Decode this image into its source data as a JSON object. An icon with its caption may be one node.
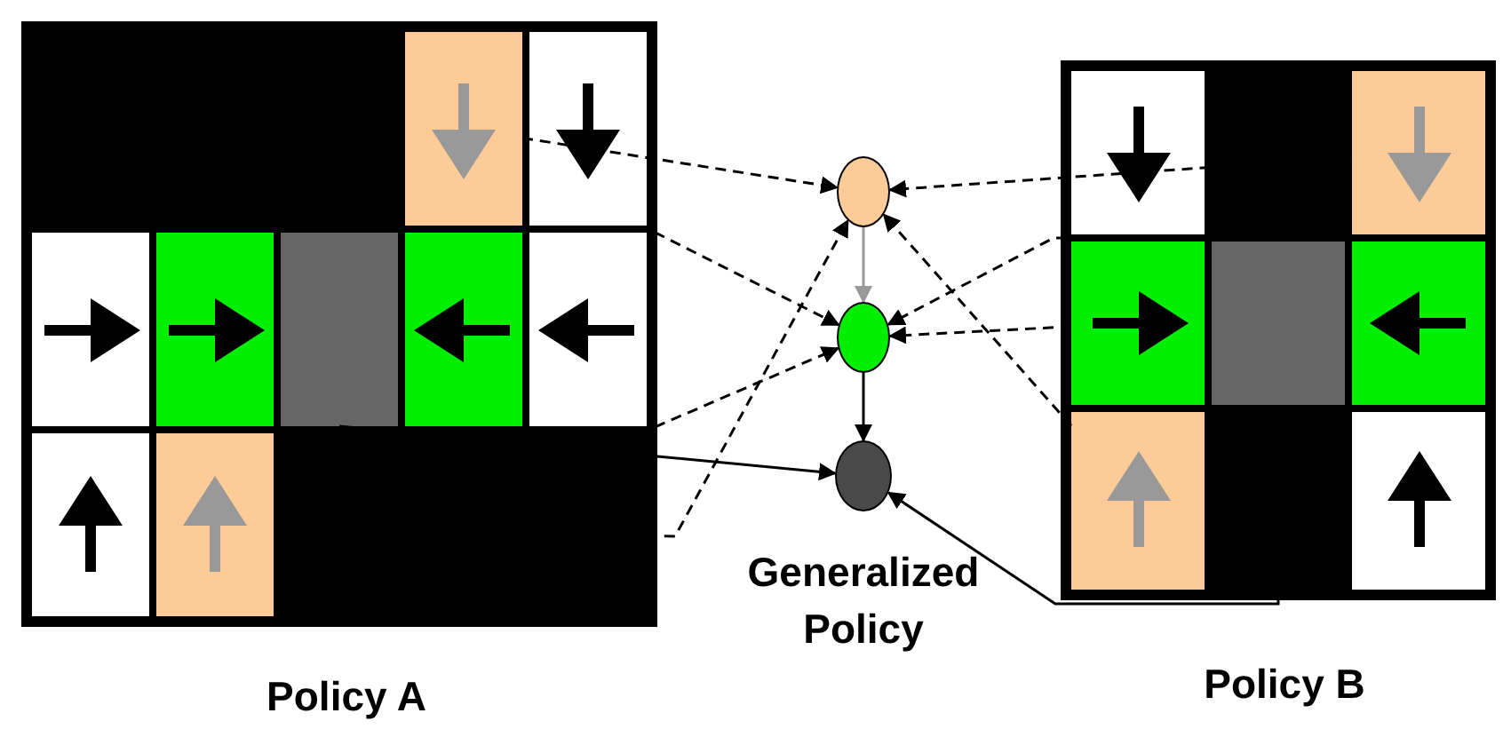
{
  "diagram": {
    "nodes": [
      {
        "text": [
          "Policy A"
        ]
      },
      {
        "text": [],
        "shape": "box",
        "in": 0
      },
      {
        "text": [],
        "shape": "box",
        "in": 0
      },
      {
        "text": [],
        "shape": "box",
        "in": 0
      },
      {
        "text": [],
        "shape": "box",
        "in": 0
      },
      {
        "text": [],
        "shape": "box",
        "in": 0
      },
      {
        "text": [
          "Policy B"
        ]
      },
      {
        "text": [],
        "shape": "box",
        "in": 6
      },
      {
        "text": [],
        "shape": "box",
        "in": 6
      },
      {
        "text": [],
        "shape": "box",
        "in": 6
      },
      {
        "text": [],
        "shape": "box",
        "in": 6
      },
      {
        "text": [],
        "shape": "box",
        "in": 6
      },
      {
        "text": [],
        "shape": "circle"
      },
      {
        "text": [],
        "shape": "circle"
      },
      {
        "text": [],
        "shape": "circle",
        "beside": [
          "Generalized Policy"
        ]
      }
    ],
    "edges": [
      {
        "from": 1,
        "to": 12,
        "arrow": "to",
        "style": "dashed"
      },
      {
        "from": 5,
        "to": 12,
        "arrow": "to",
        "style": "dashed"
      },
      {
        "from": 7,
        "to": 12,
        "arrow": "to",
        "style": "dashed"
      },
      {
        "from": 11,
        "to": 12,
        "arrow": "to",
        "style": "dashed"
      },
      {
        "from": 2,
        "to": 13,
        "arrow": "to",
        "style": "dashed"
      },
      {
        "from": 4,
        "to": 13,
        "arrow": "to",
        "style": "dashed"
      },
      {
        "from": 8,
        "to": 13,
        "arrow": "to",
        "style": "dashed"
      },
      {
        "from": 10,
        "to": 13,
        "arrow": "to",
        "style": "dashed"
      },
      {
        "from": 3,
        "to": 14,
        "arrow": "to"
      },
      {
        "from": 9,
        "to": 14,
        "arrow": "to"
      },
      {
        "from": 12,
        "to": 13,
        "arrow": "to",
        "color": "#999999"
      },
      {
        "from": 13,
        "to": 14,
        "arrow": "to"
      }
    ]
  }
}
